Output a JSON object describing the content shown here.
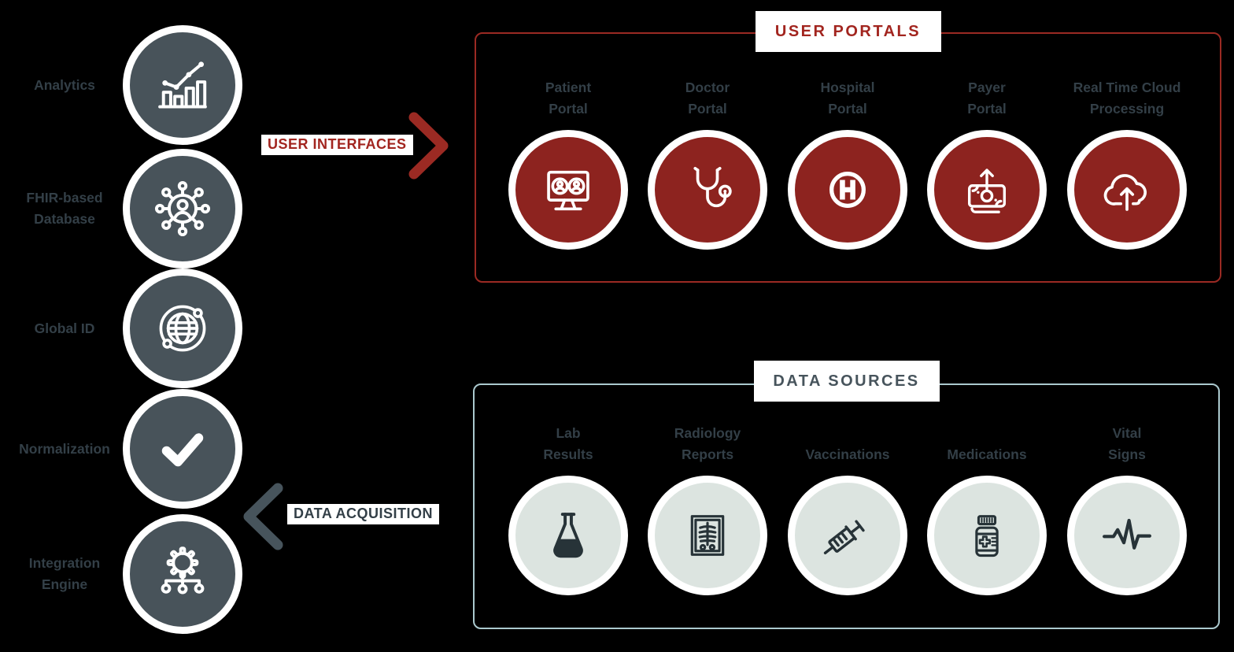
{
  "colors": {
    "background": "#000000",
    "slate_circle": "#48535A",
    "red_circle": "#8D231F",
    "light_circle": "#DCE4E0",
    "portals_border": "#9B2A23",
    "sources_border": "#ABC9CE",
    "red_text": "#A2251F",
    "dark_text": "#333F47",
    "white": "#FFFFFF"
  },
  "pipeline": {
    "items": [
      {
        "label": "Analytics",
        "icon": "bar-chart-icon"
      },
      {
        "label": "FHIR-based\nDatabase",
        "icon": "network-person-icon"
      },
      {
        "label": "Global ID",
        "icon": "globe-orbit-icon"
      },
      {
        "label": "Normalization",
        "icon": "checkmark-icon"
      },
      {
        "label": "Integration\nEngine",
        "icon": "gear-branch-icon"
      }
    ]
  },
  "flows": {
    "user_interfaces": {
      "label": "USER INTERFACES",
      "direction": "right",
      "chevron_icon": "right-chevron-icon"
    },
    "data_acquisition": {
      "label": "DATA ACQUISITION",
      "direction": "left",
      "chevron_icon": "left-chevron-icon"
    }
  },
  "user_portals": {
    "title": "USER PORTALS",
    "items": [
      {
        "label": "Patient\nPortal",
        "icon": "monitor-users-icon"
      },
      {
        "label": "Doctor\nPortal",
        "icon": "stethoscope-icon"
      },
      {
        "label": "Hospital\nPortal",
        "icon": "hospital-h-icon"
      },
      {
        "label": "Payer\nPortal",
        "icon": "money-arrow-icon"
      },
      {
        "label": "Real Time Cloud\nProcessing",
        "icon": "cloud-upload-icon"
      }
    ]
  },
  "data_sources": {
    "title": "DATA SOURCES",
    "items": [
      {
        "label": "Lab\nResults",
        "icon": "flask-icon"
      },
      {
        "label": "Radiology\nReports",
        "icon": "xray-film-icon"
      },
      {
        "label": "Vaccinations",
        "icon": "syringe-icon"
      },
      {
        "label": "Medications",
        "icon": "pill-bottle-icon"
      },
      {
        "label": "Vital\nSigns",
        "icon": "heartbeat-icon"
      }
    ]
  }
}
